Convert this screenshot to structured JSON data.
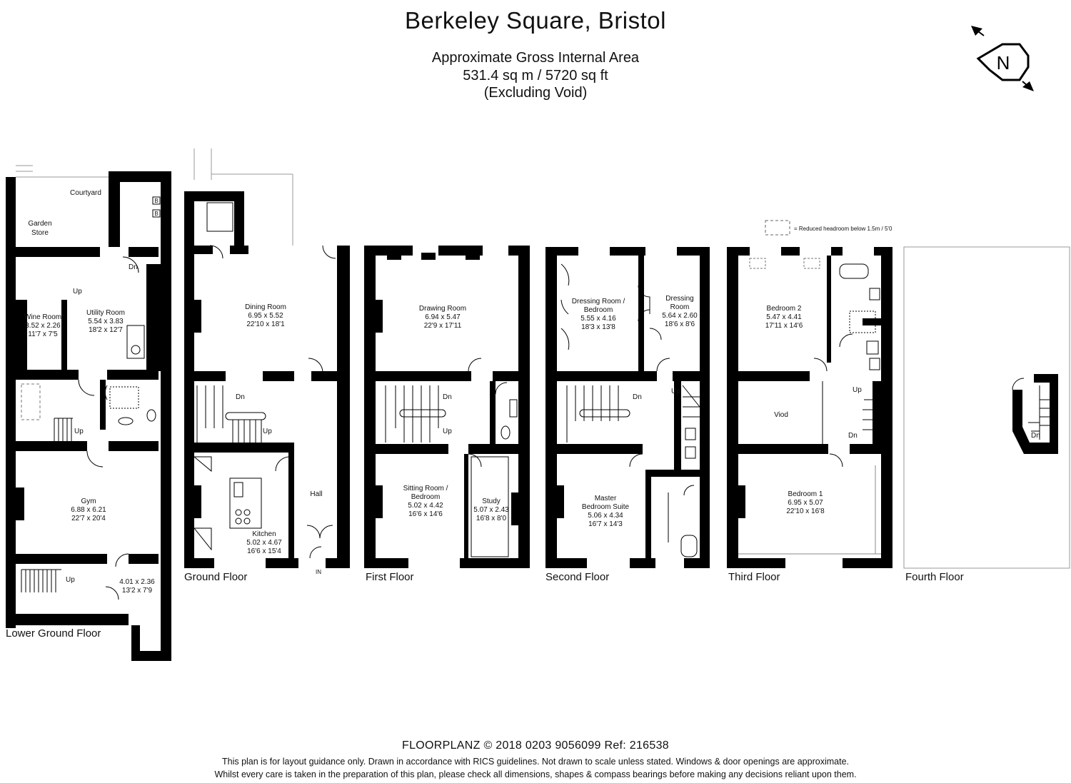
{
  "header": {
    "title": "Berkeley Square, Bristol",
    "area_line1": "Approximate Gross Internal Area",
    "area_line2": "531.4 sq m / 5720 sq ft",
    "area_line3": "(Excluding Void)"
  },
  "compass": {
    "letter": "N"
  },
  "legend": {
    "text": "= Reduced headroom below 1.5m / 5'0"
  },
  "floors": {
    "lower_ground": {
      "name": "Lower Ground Floor",
      "courtyard": "Courtyard",
      "garden_store": [
        "Garden",
        "Store"
      ],
      "wine_room": [
        "Wine Room",
        "3.52 x 2.26",
        "11'7 x 7'5"
      ],
      "utility_room": [
        "Utility Room",
        "5.54 x 3.83",
        "18'2 x 12'7"
      ],
      "gym": [
        "Gym",
        "6.88 x 6.21",
        "22'7 x 20'4"
      ],
      "store": [
        "4.01 x 2.36",
        "13'2 x 7'9"
      ],
      "boiler": "B"
    },
    "ground": {
      "name": "Ground Floor",
      "dining_room": [
        "Dining Room",
        "6.95 x 5.52",
        "22'10 x 18'1"
      ],
      "kitchen": [
        "Kitchen",
        "5.02 x 4.67",
        "16'6 x 15'4"
      ],
      "hall": "Hall",
      "entrance": "IN"
    },
    "first": {
      "name": "First Floor",
      "drawing_room": [
        "Drawing Room",
        "6.94 x 5.47",
        "22'9 x 17'11"
      ],
      "sitting_room": [
        "Sitting Room /",
        "Bedroom",
        "5.02 x 4.42",
        "16'6 x 14'6"
      ],
      "study": [
        "Study",
        "5.07 x 2.43",
        "16'8 x 8'0"
      ]
    },
    "second": {
      "name": "Second Floor",
      "dressing_bedroom": [
        "Dressing Room /",
        "Bedroom",
        "5.55 x 4.16",
        "18'3 x 13'8"
      ],
      "dressing_room": [
        "Dressing",
        "Room",
        "5.64 x 2.60",
        "18'6 x 8'6"
      ],
      "master": [
        "Master",
        "Bedroom Suite",
        "5.06 x 4.34",
        "16'7 x 14'3"
      ]
    },
    "third": {
      "name": "Third Floor",
      "bedroom2": [
        "Bedroom 2",
        "5.47 x 4.41",
        "17'11 x 14'6"
      ],
      "void": "Viod",
      "bedroom1": [
        "Bedroom 1",
        "6.95 x 5.07",
        "22'10 x 16'8"
      ]
    },
    "fourth": {
      "name": "Fourth Floor"
    }
  },
  "stairs": {
    "up": "Up",
    "down": "Dn"
  },
  "footer": {
    "line1": "FLOORPLANZ © 2018   0203 9056099   Ref: 216538",
    "line2": "This plan is for layout guidance only. Drawn in accordance with RICS guidelines. Not drawn to scale unless stated. Windows & door openings are approximate.",
    "line3": "Whilst every care is taken in the preparation of this plan, please check all dimensions, shapes & compass bearings before making any decisions reliant upon them."
  }
}
